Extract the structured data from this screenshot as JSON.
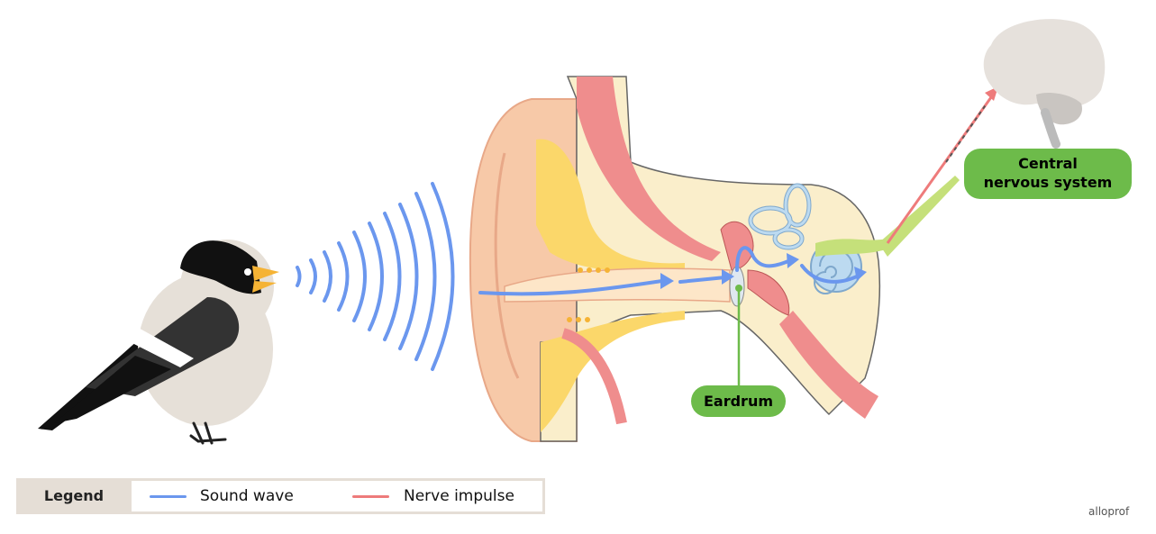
{
  "labels": {
    "eardrum": "Eardrum",
    "cns_line1": "Central",
    "cns_line2": "nervous system"
  },
  "legend": {
    "title": "Legend",
    "sound_wave": "Sound wave",
    "nerve_impulse": "Nerve impulse"
  },
  "brand": "alloprof",
  "colors": {
    "sound_wave": "#6b97ee",
    "nerve_impulse": "#ee7b7b",
    "label_bg": "#6dbb4a",
    "legend_bg": "#e5ded6",
    "skin": "#f7c9a8",
    "bone": "#faeecb",
    "brain": "#e6e1dc"
  },
  "icons": [
    "bird-icon",
    "ear-icon",
    "brain-icon"
  ]
}
